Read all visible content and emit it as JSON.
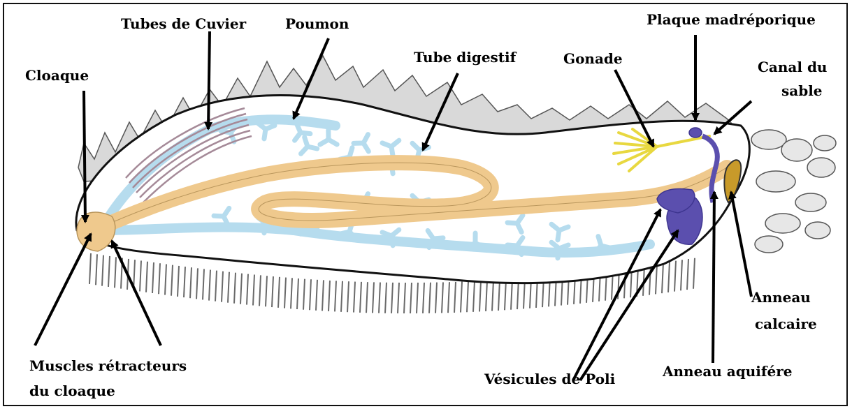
{
  "labels": {
    "cuvier": "Tubes de Cuvier",
    "poumon": "Poumon",
    "madreporique": "Plaque madréporique",
    "cloaque": "Cloaque",
    "digestif": "Tube digestif",
    "gonade": "Gonade",
    "canal_line1": "Canal du",
    "canal_line2": "sable",
    "calcaire_line1": "Anneau",
    "calcaire_line2": "calcaire",
    "muscles_line1": "Muscles rétracteurs",
    "muscles_line2": "du cloaque",
    "poli": "Vésicules de Poli",
    "aquifere": "Anneau aquifére"
  },
  "colors": {
    "body_outline": "#111111",
    "lung": "#b6dcee",
    "gut": "#efc98d",
    "water_vascular": "#5b4fae",
    "gonad": "#efe45a",
    "cuvier_tubules": "#a58a98",
    "papillae": "#6a6a6a",
    "leader": "#000000"
  }
}
